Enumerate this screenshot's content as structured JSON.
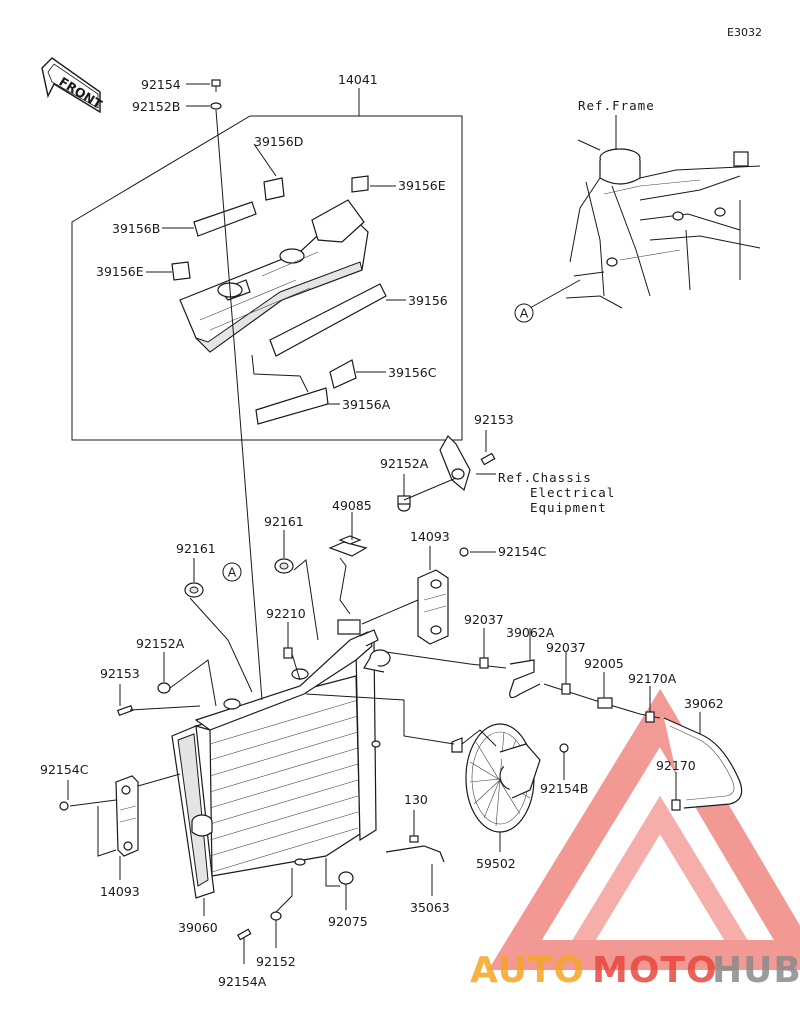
{
  "diagram_code": "E3032",
  "front_indicator": "FRONT",
  "reference_marker": "A",
  "references": {
    "frame": "Ref.Frame",
    "chassis_line1": "Ref.Chassis",
    "chassis_line2": "Electrical",
    "chassis_line3": "Equipment"
  },
  "part_numbers": {
    "p92154_top": "92154",
    "p92152B": "92152B",
    "p14041": "14041",
    "p39156D": "39156D",
    "p39156E_right": "39156E",
    "p39156B": "39156B",
    "p39156E_left": "39156E",
    "p39156": "39156",
    "p39156C": "39156C",
    "p39156A": "39156A",
    "p92153_right": "92153",
    "p92152A_right": "92152A",
    "p49085": "49085",
    "p92161_mid": "92161",
    "p92161_left": "92161",
    "p14093_upper": "14093",
    "p92154C_upper": "92154C",
    "p92210": "92210",
    "p92152A_left": "92152A",
    "p92037_a": "92037",
    "p39062A": "39062A",
    "p92037_b": "92037",
    "p92005": "92005",
    "p92170A": "92170A",
    "p39062": "39062",
    "p92153_left": "92153",
    "p92154B": "92154B",
    "p92170": "92170",
    "p92154C_lower": "92154C",
    "p130": "130",
    "p59502": "59502",
    "p14093_lower": "14093",
    "p35063": "35063",
    "p39060": "39060",
    "p92075": "92075",
    "p92152": "92152",
    "p92154A": "92154A"
  },
  "watermark": {
    "word_part1": "AUTO",
    "word_part2": "MOTO",
    "word_part3": "HUB",
    "color_red": "#e8473e",
    "color_orange": "#f5a623",
    "color_gray": "#8a8a8a"
  }
}
